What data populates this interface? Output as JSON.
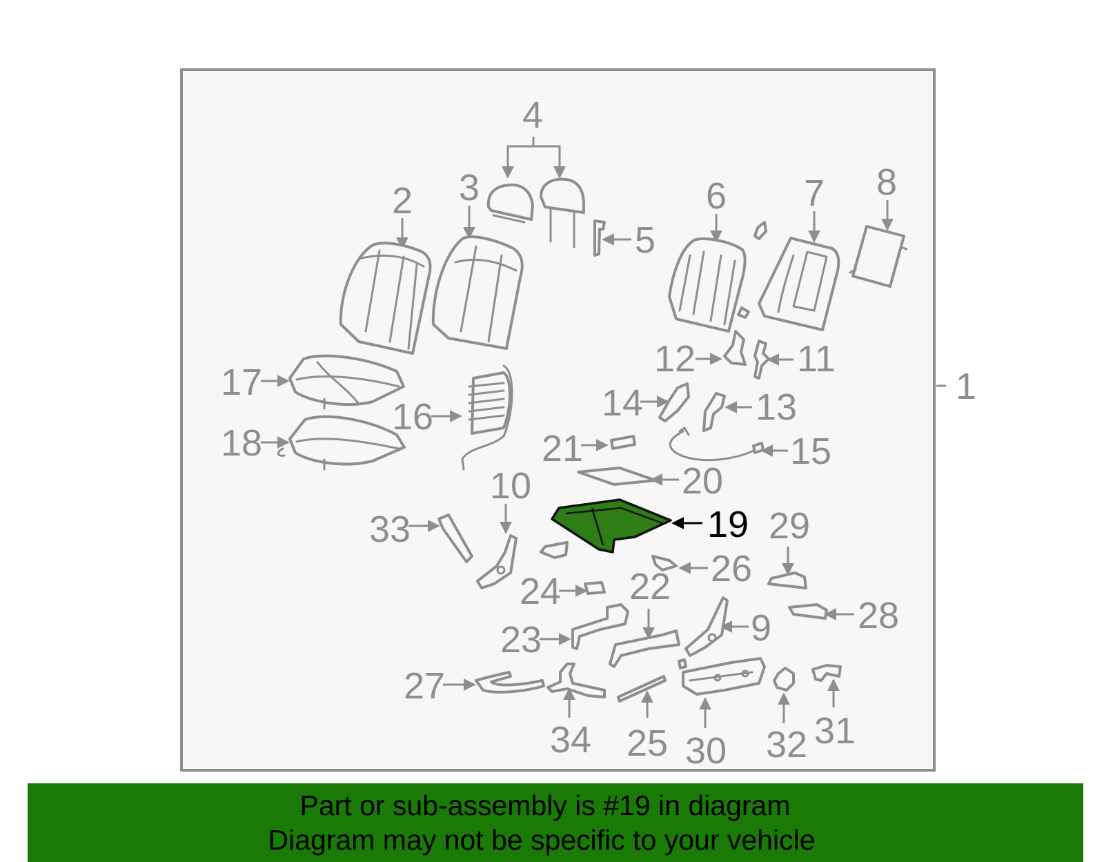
{
  "assembly_label": "1",
  "highlighted_part": "19",
  "callouts": {
    "c2": "2",
    "c3": "3",
    "c4": "4",
    "c5": "5",
    "c6": "6",
    "c7": "7",
    "c8": "8",
    "c9": "9",
    "c10": "10",
    "c11": "11",
    "c12": "12",
    "c13": "13",
    "c14": "14",
    "c15": "15",
    "c16": "16",
    "c17": "17",
    "c18": "18",
    "c19": "19",
    "c20": "20",
    "c21": "21",
    "c22": "22",
    "c23": "23",
    "c24": "24",
    "c25": "25",
    "c26": "26",
    "c27": "27",
    "c28": "28",
    "c29": "29",
    "c30": "30",
    "c31": "31",
    "c32": "32",
    "c33": "33",
    "c34": "34"
  },
  "footer": {
    "line1": "Part or sub-assembly is #19 in diagram",
    "line2": "Diagram may not be specific to your vehicle"
  },
  "colors": {
    "highlight": "#2e7d17",
    "footer_background": "#1a7a06",
    "line_art": "#8e8e8e",
    "frame_fill": "#f7f7f7"
  }
}
